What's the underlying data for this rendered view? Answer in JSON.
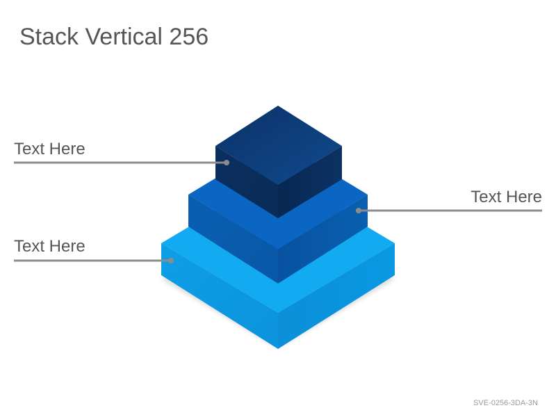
{
  "title": "Stack Vertical 256",
  "footer_code": "SVE-0256-3DA-3N",
  "labels": {
    "top_left": "Text Here",
    "right": "Text Here",
    "bottom_left": "Text Here"
  },
  "colors": {
    "tier_top": "#0d3a72",
    "tier_middle": "#0a66c2",
    "tier_bottom": "#12aaf0",
    "leader_line": "#8c8c8c",
    "text": "#555555"
  }
}
